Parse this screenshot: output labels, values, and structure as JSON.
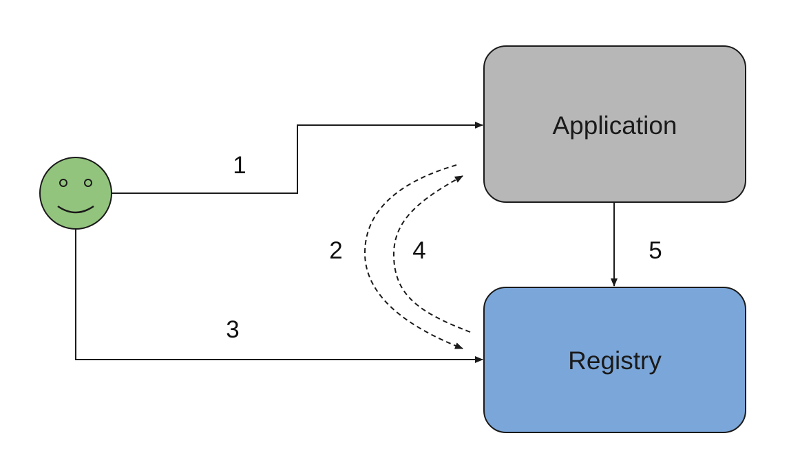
{
  "colors": {
    "application_fill": "#b7b7b7",
    "registry_fill": "#7ba6d9",
    "user_fill": "#93c47d",
    "stroke": "#1a1a1a"
  },
  "nodes": {
    "application": {
      "label": "Application"
    },
    "registry": {
      "label": "Registry"
    },
    "user": {
      "icon": "smiley-face-icon"
    }
  },
  "steps": [
    {
      "id": "1",
      "label": "1",
      "from": "user",
      "to": "application",
      "style": "solid"
    },
    {
      "id": "2",
      "label": "2",
      "from": "application",
      "to": "registry",
      "style": "dashed"
    },
    {
      "id": "3",
      "label": "3",
      "from": "user",
      "to": "registry",
      "style": "solid"
    },
    {
      "id": "4",
      "label": "4",
      "from": "registry",
      "to": "application",
      "style": "dashed"
    },
    {
      "id": "5",
      "label": "5",
      "from": "application",
      "to": "registry",
      "style": "solid"
    }
  ]
}
